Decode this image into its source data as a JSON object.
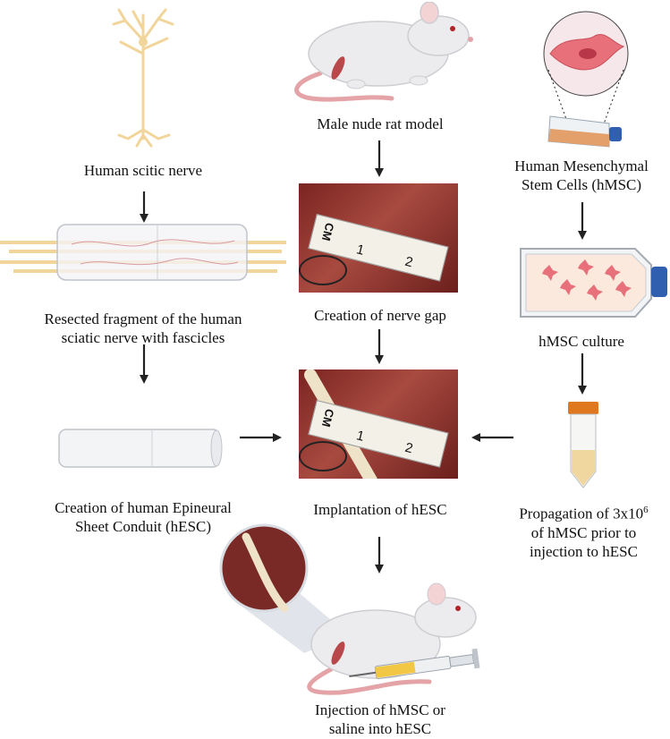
{
  "labels": {
    "human_nerve": "Human scitic nerve",
    "rat_model": "Male nude rat model",
    "hmsc_line1": "Human Mesenchymal",
    "hmsc_line2": "Stem Cells (hMSC)",
    "resected_line1": "Resected fragment of the human",
    "resected_line2": "sciatic nerve with fascicles",
    "nerve_gap": "Creation of nerve gap",
    "hmsc_culture": "hMSC culture",
    "hesc_line1": "Creation of human Epineural",
    "hesc_line2": "Sheet Conduit (hESC)",
    "implantation": "Implantation of hESC",
    "propagation_line1_base": "Propagation of 3x10",
    "propagation_exponent": "6",
    "propagation_line2": "of hMSC prior to",
    "propagation_line3": "injection to hESC",
    "injection_line1": "Injection of hMSC or",
    "injection_line2": "saline into hESC"
  },
  "ruler": {
    "unit": "CM",
    "tick1": "1",
    "tick2": "2"
  },
  "colors": {
    "arrow": "#222222",
    "nerve_yellow": "#f1d59a",
    "tissue_red": "#8a2f2c",
    "rat_body": "#ecebed",
    "rat_tail": "#e4a3a6",
    "cell_pink": "#e8707a",
    "cap_blue": "#2f5fae",
    "tube_cap_orange": "#e0781f"
  }
}
